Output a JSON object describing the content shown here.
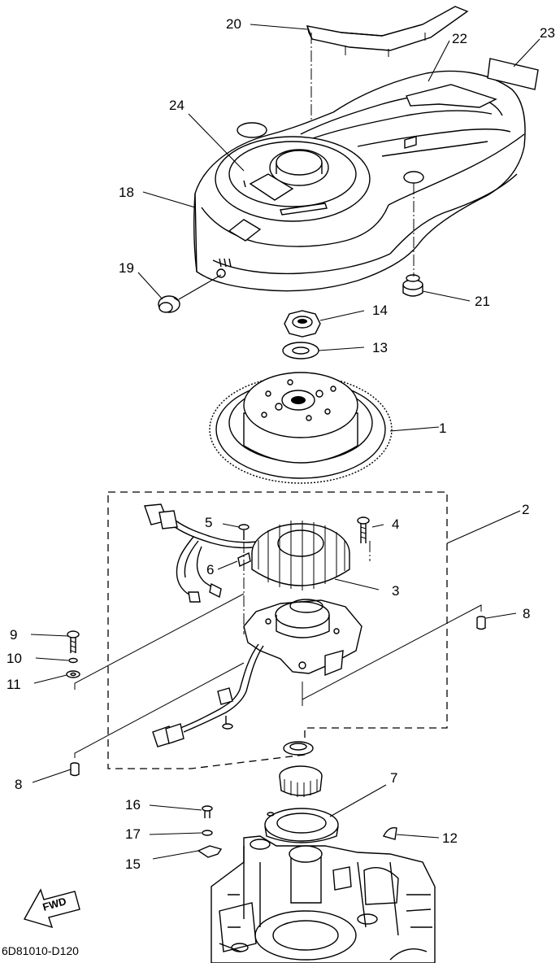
{
  "diagram_code": "6D81010-D120",
  "forward_marker": "FWD",
  "callouts": [
    {
      "id": "c1",
      "label": "1"
    },
    {
      "id": "c2",
      "label": "2"
    },
    {
      "id": "c3",
      "label": "3"
    },
    {
      "id": "c4",
      "label": "4"
    },
    {
      "id": "c5",
      "label": "5"
    },
    {
      "id": "c6",
      "label": "6"
    },
    {
      "id": "c7",
      "label": "7"
    },
    {
      "id": "c8a",
      "label": "8"
    },
    {
      "id": "c8b",
      "label": "8"
    },
    {
      "id": "c9",
      "label": "9"
    },
    {
      "id": "c10",
      "label": "10"
    },
    {
      "id": "c11",
      "label": "11"
    },
    {
      "id": "c12",
      "label": "12"
    },
    {
      "id": "c13",
      "label": "13"
    },
    {
      "id": "c14",
      "label": "14"
    },
    {
      "id": "c15",
      "label": "15"
    },
    {
      "id": "c16",
      "label": "16"
    },
    {
      "id": "c17",
      "label": "17"
    },
    {
      "id": "c18",
      "label": "18"
    },
    {
      "id": "c19",
      "label": "19"
    },
    {
      "id": "c20",
      "label": "20"
    },
    {
      "id": "c21",
      "label": "21"
    },
    {
      "id": "c22",
      "label": "22"
    },
    {
      "id": "c23",
      "label": "23"
    },
    {
      "id": "c24",
      "label": "24"
    }
  ]
}
